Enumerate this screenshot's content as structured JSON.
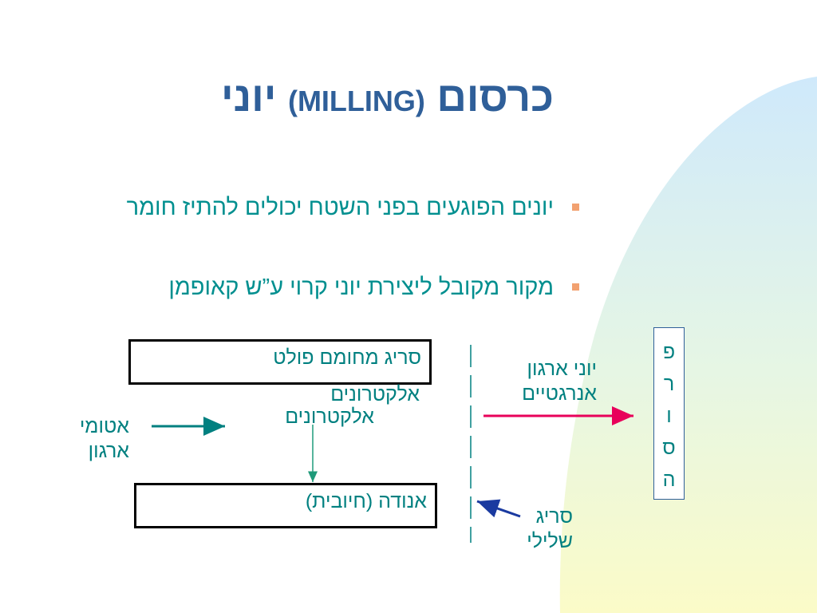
{
  "title": {
    "hebrew_main": "כרסום",
    "latin": "(MILLING)",
    "hebrew_end": "יוני"
  },
  "bullets": [
    {
      "text": "יונים הפוגעים בפני השטח יכולים להתיז חומר"
    },
    {
      "text": "מקור מקובל ליצירת יוני קרוי ע”ש קאופמן"
    }
  ],
  "diagram": {
    "grid_box": "סריג מחומם פולט",
    "electrons_label_1": "אלקטרונים",
    "electrons_label_2": "אלקטרונים",
    "argon_atoms": "אטומי ארגון",
    "anode_box": "אנודה (חיובית)",
    "argon_ions": "יוני ארגון אנרגטיים",
    "negative_grid": "סריג שלילי",
    "sputter_letters": [
      "פ",
      "ר",
      "ו",
      "ס",
      "ה"
    ]
  },
  "colors": {
    "title": "#2f5f99",
    "text": "#008080",
    "bullet_marker": "#f2a170",
    "ion_arrow": "#e8005a",
    "grid_arrow": "#1a3aa0"
  }
}
